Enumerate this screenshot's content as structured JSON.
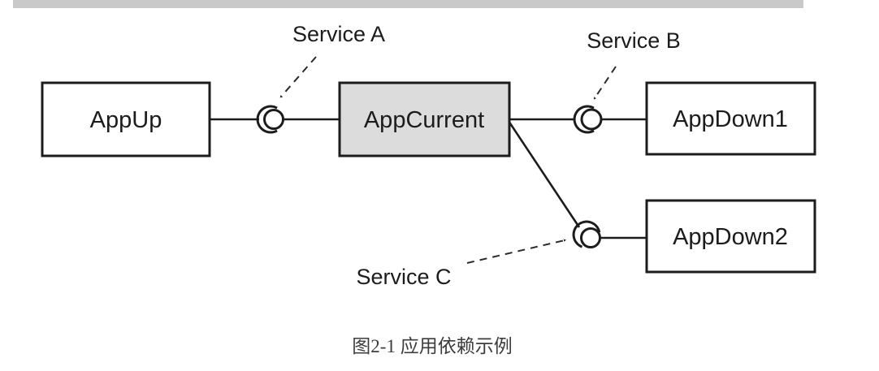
{
  "figure": {
    "caption": "图2-1 应用依赖示例",
    "nodes": {
      "app_up": {
        "label": "AppUp"
      },
      "app_current": {
        "label": "AppCurrent"
      },
      "app_down1": {
        "label": "AppDown1"
      },
      "app_down2": {
        "label": "AppDown2"
      }
    },
    "services": {
      "a": {
        "label": "Service A"
      },
      "b": {
        "label": "Service B"
      },
      "c": {
        "label": "Service C"
      }
    },
    "colors": {
      "background": "#ffffff",
      "stroke": "#1c1c1c",
      "node_fill": "#ffffff",
      "current_node_fill": "#dcdcdc",
      "top_bar": "#c9c9c9",
      "caption_text": "#3d3d3d"
    }
  }
}
